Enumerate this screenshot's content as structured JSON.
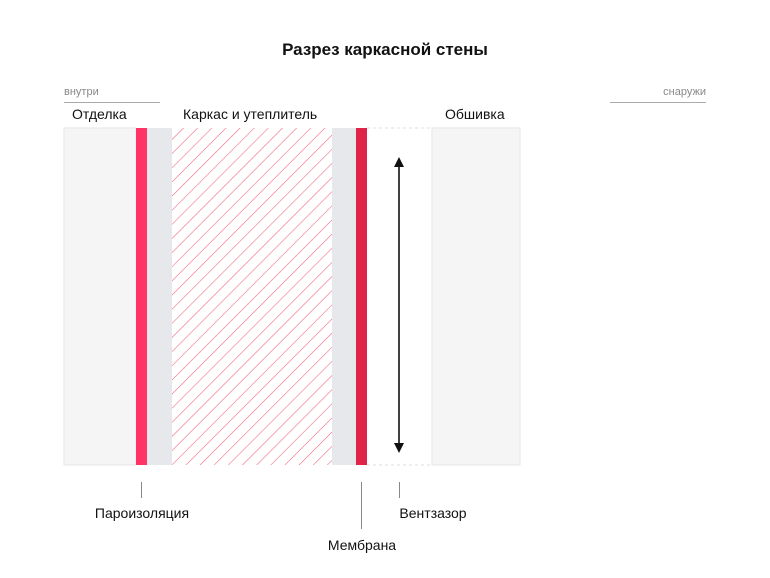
{
  "title": "Разрез каркасной стены",
  "sides": {
    "inside": "внутри",
    "outside": "снаружи"
  },
  "layers": {
    "finish": "Отделка",
    "frame": "Каркас и утеплитель",
    "cladding": "Обшивка"
  },
  "callouts": {
    "vapor_barrier": "Пароизоляция",
    "membrane": "Мембрана",
    "air_gap": "Вентзазор"
  },
  "colors": {
    "vapor_barrier": "#ff3366",
    "membrane": "#e02448",
    "hatch": "#f0607a",
    "board": "#e6e8eb",
    "panel": "#f5f5f5"
  }
}
